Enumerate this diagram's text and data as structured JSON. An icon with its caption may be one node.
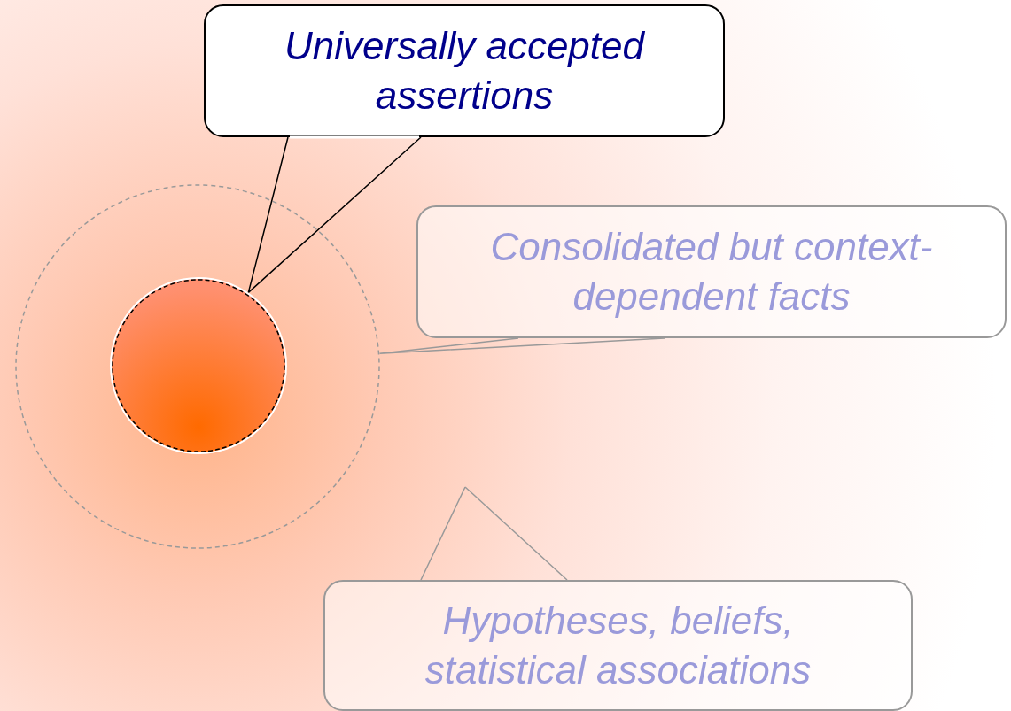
{
  "diagram": {
    "nodes": [
      {
        "text": [
          "Universally accepted assertions"
        ]
      },
      {
        "text": [],
        "shape": "circle"
      },
      {
        "text": [],
        "shape": "circle",
        "in": 1
      },
      {
        "text": [
          "Consolidated but context-dependent facts"
        ]
      },
      {
        "text": [
          "Hypotheses, beliefs, statistical associations"
        ]
      }
    ],
    "edges": [
      {
        "from": 0,
        "to": 2,
        "arrow": "none",
        "color": "#000000"
      },
      {
        "from": 3,
        "to": 1,
        "arrow": "none"
      },
      {
        "from": 4,
        "to": null,
        "arrow": "none"
      }
    ]
  }
}
